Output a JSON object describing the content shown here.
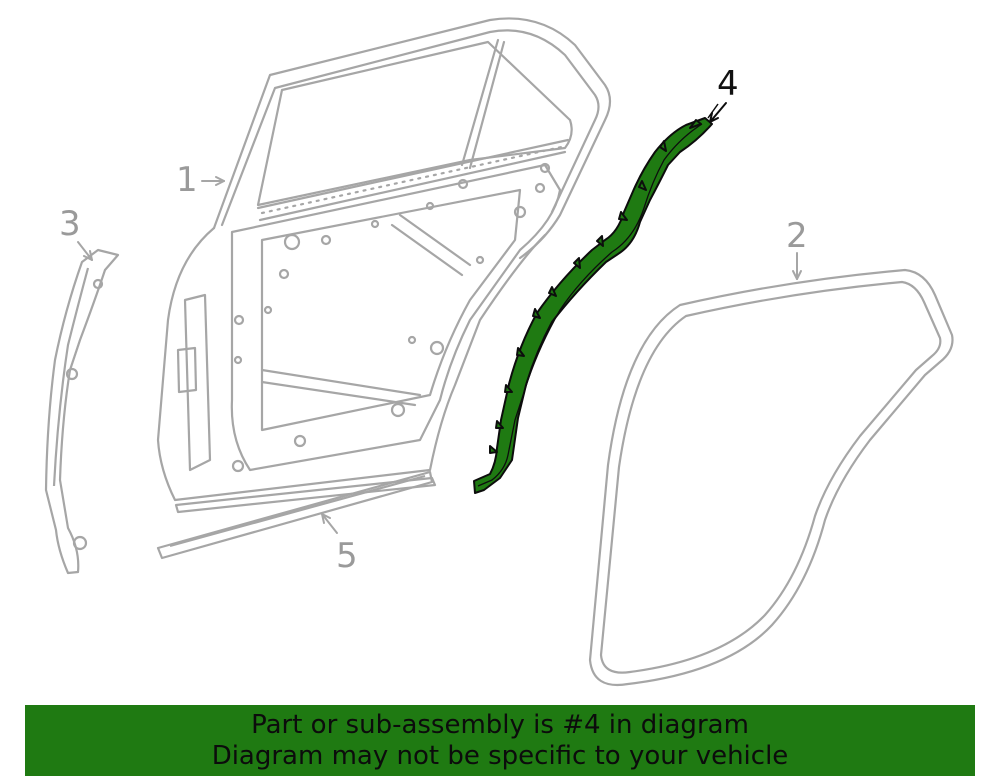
{
  "callouts": {
    "door_shell": "1",
    "outer_weatherstrip": "2",
    "pillar_trim": "3",
    "highlighted_seal": "4",
    "belt_molding": "5"
  },
  "banner": {
    "line1": "Part or sub-assembly is #4 in diagram",
    "line2": "Diagram may not be specific to your vehicle"
  },
  "colors": {
    "outline": "#a6a6a6",
    "highlight_fill": "#1f7a12",
    "highlight_stroke": "#0d0d0d",
    "banner_background": "#1f7a12"
  }
}
